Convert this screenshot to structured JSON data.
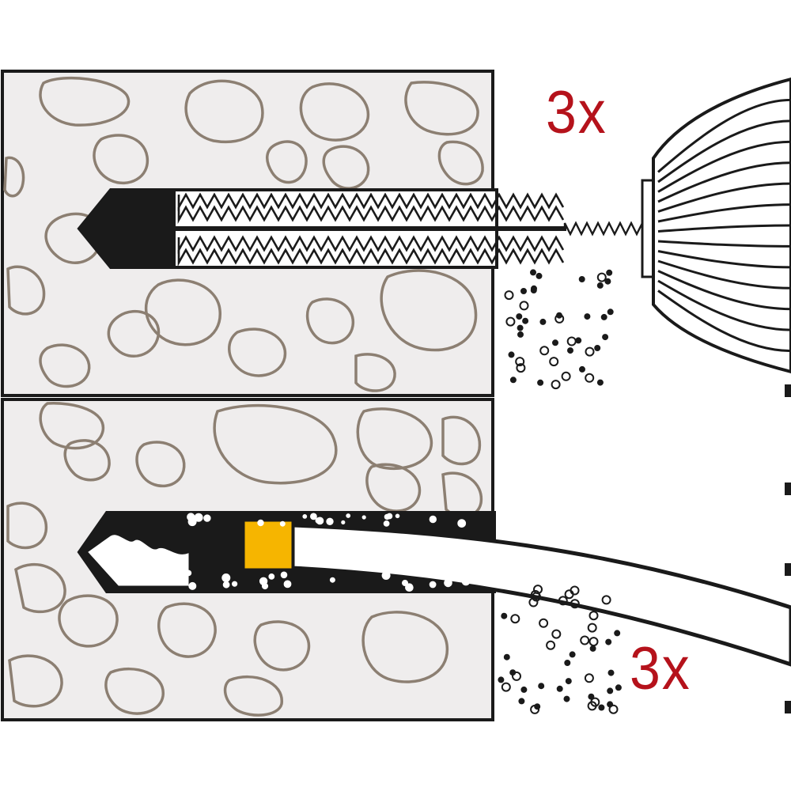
{
  "instructions": [
    {
      "step": "brush",
      "repeat_label": "3x"
    },
    {
      "step": "blow-out",
      "repeat_label": "3x"
    }
  ],
  "colors": {
    "repeat_label": "#b5121b",
    "concrete_fill": "#efeded",
    "aggregate_outline": "#8c7f72",
    "outline": "#1a1a1a",
    "dark_fill": "#1a1a1a",
    "nozzle_tip": "#f6b500",
    "white": "#ffffff"
  },
  "icons": {
    "brush": "cleaning-brush-icon",
    "pump": "blow-out-pump-icon",
    "dust": "dust-particles-icon"
  }
}
